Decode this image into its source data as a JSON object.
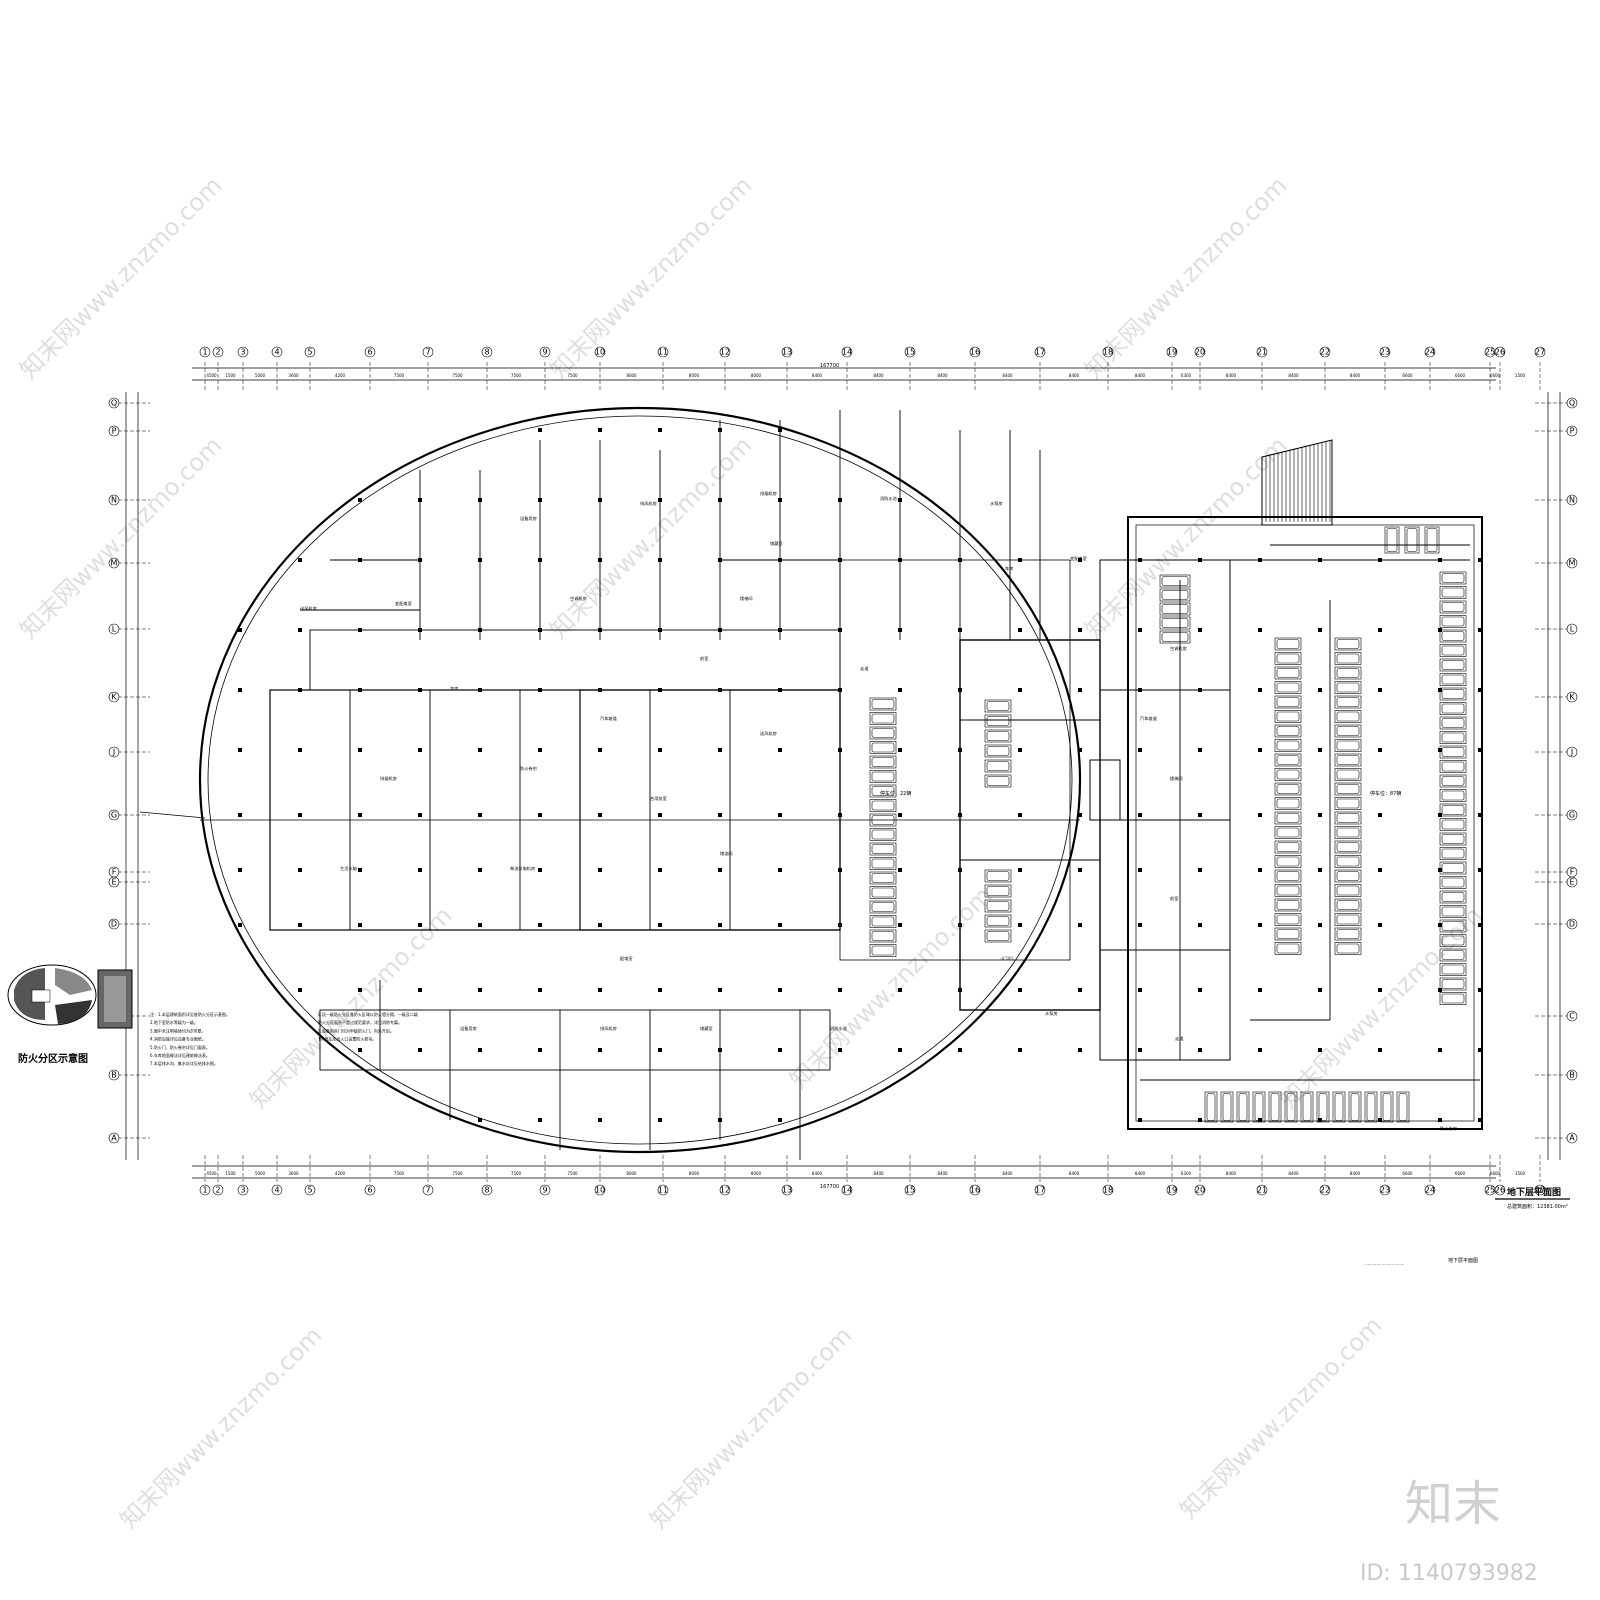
{
  "drawing": {
    "title": "地下层平面图",
    "area_note": "总建筑面积：12381.00m²",
    "sheet_title_small": "地下层平面图",
    "fire_zone_diagram_title": "防火分区示意图",
    "overall_dimension": "167700",
    "parking_count_1": "停车位：22辆",
    "parking_count_2": "停车位：87辆",
    "elevation": "-4.500"
  },
  "grid_columns": [
    "1",
    "2",
    "3",
    "4",
    "5",
    "6",
    "7",
    "8",
    "9",
    "10",
    "11",
    "12",
    "13",
    "14",
    "15",
    "16",
    "17",
    "18",
    "19",
    "20",
    "21",
    "22",
    "23",
    "24",
    "25",
    "26",
    "27"
  ],
  "grid_rows": [
    "Q",
    "P",
    "N",
    "M",
    "L",
    "K",
    "J",
    "G",
    "F",
    "E",
    "D",
    "C",
    "B",
    "A"
  ],
  "top_dimensions": [
    "4500",
    "1500",
    "5000",
    "3600",
    "4200",
    "7500",
    "7500",
    "7500",
    "7500",
    "8000",
    "8000",
    "8000",
    "8400",
    "8400",
    "8400",
    "8400",
    "8400",
    "8400",
    "6300",
    "8400",
    "8400",
    "8400",
    "6600",
    "6600",
    "6600",
    "1500"
  ],
  "room_labels": [
    "设备用房",
    "排风机房",
    "储藏室",
    "消防水池",
    "水泵房",
    "变配电室",
    "空调机房",
    "楼梯间",
    "前室",
    "走道",
    "车库",
    "汽车坡道",
    "送风机房",
    "排烟机房",
    "防火卷帘",
    "合用前室",
    "生活水箱",
    "柴油发电机房",
    "储油间",
    "配电室"
  ],
  "notes": [
    "注：1.本层建筑面积详见各防火分区示意图。",
    "2.地下室防水等级为一级。",
    "3.图中未注明墙体均为200厚。",
    "4.消防设施详见设备专业图纸。",
    "5.防火门、防火卷帘详见门窗表。",
    "6.车库地面做法详见建筑做法表。",
    "7.本层排水沟、集水坑详见给排水图。"
  ],
  "notes2": [
    "8.设一级防火分区各防火区域以防火墙分隔，一级及二级",
    "防火分区面积不超过规范要求，详见消防专篇。",
    "9.设备用房门均为甲级防火门，向外开启。",
    "10.汽车库出入口设置防火卷帘。"
  ],
  "watermark": "知末网www.znzmo.com",
  "brand": {
    "logo": "知末",
    "id_text": "ID: 1140793982"
  }
}
